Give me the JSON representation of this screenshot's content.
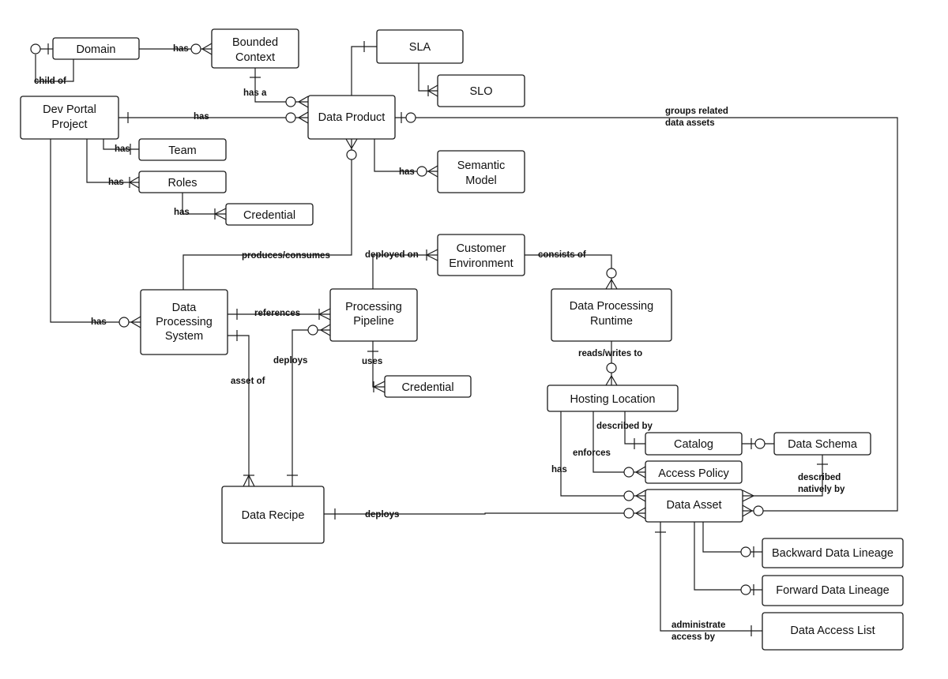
{
  "entities": {
    "domain": "Domain",
    "bounded_context": [
      "Bounded",
      "Context"
    ],
    "sla": "SLA",
    "slo": "SLO",
    "dev_portal_project": [
      "Dev Portal",
      "Project"
    ],
    "data_product": "Data Product",
    "team": "Team",
    "roles": "Roles",
    "credential_roles": "Credential",
    "semantic_model": [
      "Semantic",
      "Model"
    ],
    "customer_environment": [
      "Customer",
      "Environment"
    ],
    "data_processing_system": [
      "Data",
      "Processing",
      "System"
    ],
    "processing_pipeline": [
      "Processing",
      "Pipeline"
    ],
    "data_processing_runtime": [
      "Data Processing",
      "Runtime"
    ],
    "credential_pipeline": "Credential",
    "hosting_location": "Hosting Location",
    "catalog": "Catalog",
    "data_schema": "Data Schema",
    "access_policy": "Access Policy",
    "data_recipe": "Data Recipe",
    "data_asset": "Data Asset",
    "backward_lineage": "Backward Data Lineage",
    "forward_lineage": "Forward Data Lineage",
    "data_access_list": "Data Access List"
  },
  "relationships": {
    "domain_has_context": "has",
    "domain_child_of": "child of",
    "context_has_a_product": "has a",
    "project_has_product": "has",
    "product_groups_assets": [
      "groups related",
      "data assets"
    ],
    "project_has_team": "has",
    "project_has_roles": "has",
    "roles_has_credential": "has",
    "product_has_semantic_model": "has",
    "system_produces_consumes": "produces/consumes",
    "pipeline_deployed_on": "deployed on",
    "environment_consists_of": "consists of",
    "project_has_system": "has",
    "system_references_pipeline": "references",
    "runtime_reads_writes": "reads/writes to",
    "recipe_deploys_pipeline": "deploys",
    "pipeline_uses_credential": "uses",
    "system_asset_of": "asset of",
    "catalog_described_by": "described by",
    "hosting_enforces": "enforces",
    "hosting_has_asset": "has",
    "schema_described_natively_by": [
      "described",
      "natively by"
    ],
    "recipe_deploys_asset": "deploys",
    "asset_administrate_access": [
      "administrate",
      "access by"
    ]
  }
}
